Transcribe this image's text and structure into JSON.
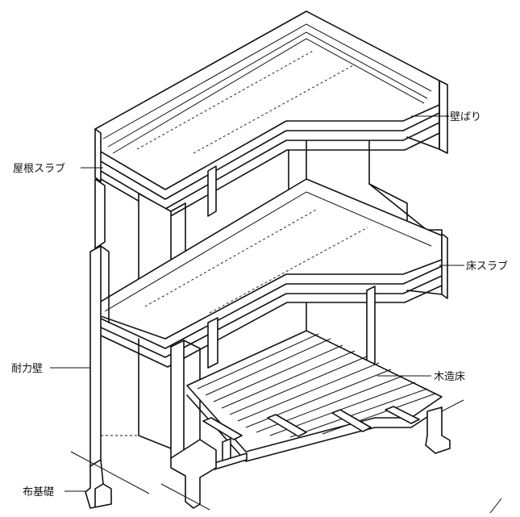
{
  "labels": {
    "wall_beam": "壁ばり",
    "roof_slab": "屋根スラブ",
    "floor_slab": "床スラブ",
    "bearing_wall": "耐力壁",
    "wooden_floor": "木造床",
    "strip_foundation": "布基礎"
  }
}
